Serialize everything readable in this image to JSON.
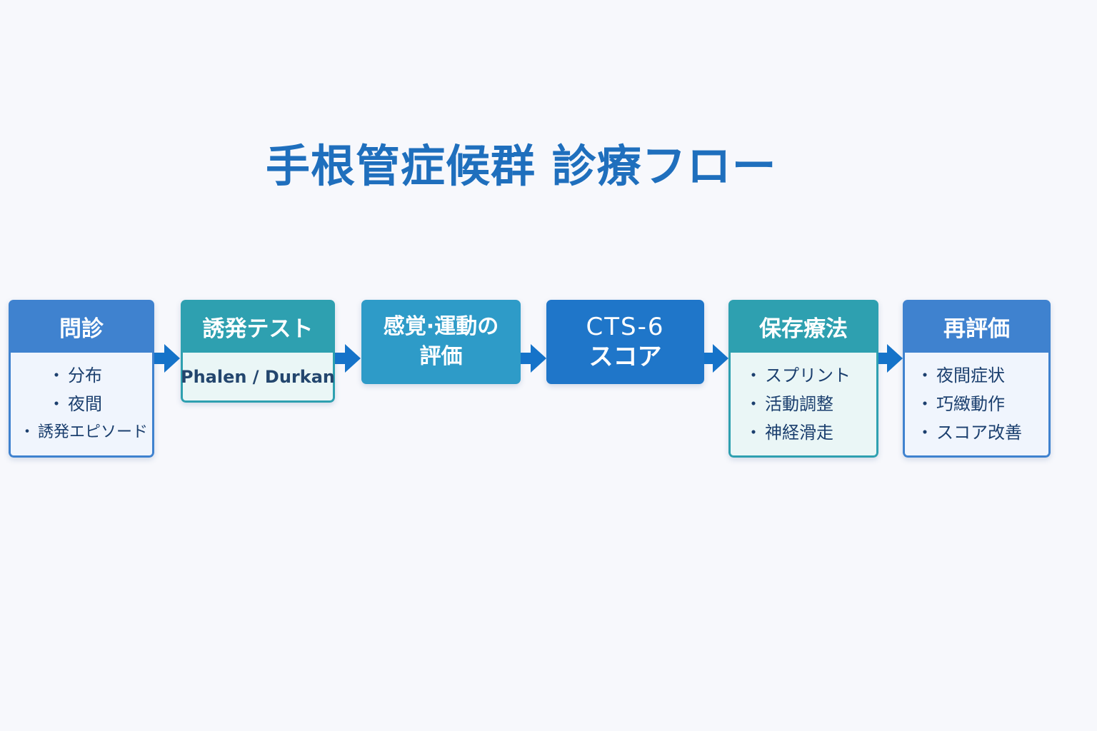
{
  "title": "手根管症候群 診療フロー",
  "colors": {
    "background": "#f7f8fc",
    "title": "#1f6fbd",
    "arrow": "#1573c9",
    "blue_header": "#3f82cf",
    "teal_header": "#2ea0b0",
    "mid_step": "#2e9bc8",
    "dark_step": "#1f76c9",
    "blue_body_bg": "#f0f5fd",
    "teal_body_bg": "#eaf6f6"
  },
  "steps": [
    {
      "heading": "問診",
      "items": [
        "分布",
        "夜間",
        "誘発エピソード"
      ]
    },
    {
      "heading": "誘発テスト",
      "body": "Phalen / Durkan"
    },
    {
      "heading_line1": "感覚·運動の",
      "heading_line2": "評価"
    },
    {
      "heading_line1": "CTS-6",
      "heading_line2": "スコア"
    },
    {
      "heading": "保存療法",
      "items": [
        "スプリント",
        "活動調整",
        "神経滑走"
      ]
    },
    {
      "heading": "再評価",
      "items": [
        "夜間症状",
        "巧緻動作",
        "スコア改善"
      ]
    }
  ]
}
